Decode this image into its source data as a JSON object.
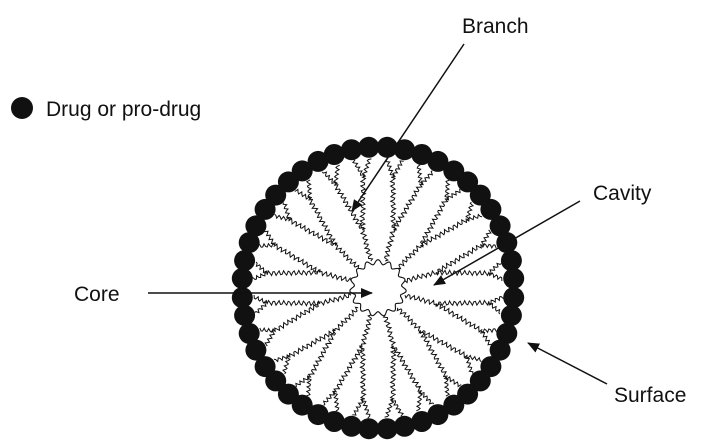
{
  "legend": {
    "label": "Drug or pro-drug"
  },
  "labels": {
    "branch": "Branch",
    "cavity": "Cavity",
    "core": "Core",
    "surface": "Surface"
  },
  "colors": {
    "ink": "#111111",
    "background": "#ffffff"
  }
}
